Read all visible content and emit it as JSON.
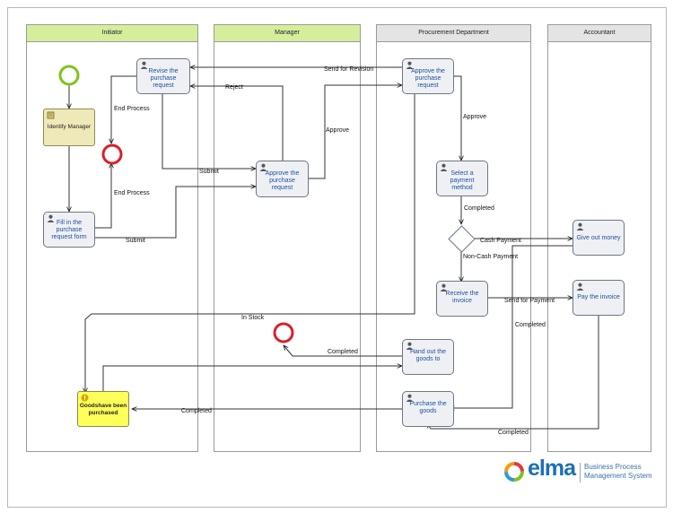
{
  "lanes": {
    "initiator": "Initiator",
    "manager": "Manager",
    "procurement": "Procurement Department",
    "accountant": "Accountant"
  },
  "tasks": {
    "identify_manager": "Identify Manager",
    "fill_in": "Fill in the purchase request form",
    "revise": "Revise the purchase request",
    "approve_manager": "Approve the purchase request",
    "approve_procurement": "Approve the purchase request",
    "select_payment": "Select a payment method",
    "receive_invoice": "Receive the invoice",
    "hand_out": "Hand out the goods to",
    "purchase_goods": "Purchase the goods",
    "give_out_money": "Give out money",
    "pay_invoice": "Pay the invoice",
    "goods_purchased": "Goodshave been purchased"
  },
  "flow_labels": {
    "send_for_revision": "Send for Revision",
    "reject": "Reject",
    "end_process_1": "End Process",
    "end_process_2": "End Process",
    "submit_1": "Submit",
    "submit_2": "Submit",
    "approve_1": "Approve",
    "approve_2": "Approve",
    "completed_select": "Completed",
    "cash_payment": "Cash Payment",
    "non_cash_payment": "Non-Cash Payment",
    "send_for_payment": "Send for Payment",
    "completed_give": "Completed",
    "in_stock": "In Stock",
    "completed_hand": "Completed",
    "completed_purchase": "Completed",
    "completed_pay": "Completed"
  },
  "logo": {
    "brand": "elma",
    "tagline_1": "Business Process",
    "tagline_2": "Management System"
  },
  "colors": {
    "lane_header_green": "#d6ee9c",
    "lane_header_gray": "#e4e4e4",
    "start_event": "#7fc31c",
    "end_event": "#d9202a",
    "task_fill": "#eef0f4",
    "task_text": "#1f4f9e",
    "identify_fill": "#efe8b8",
    "goods_fill": "#ffff5a"
  }
}
